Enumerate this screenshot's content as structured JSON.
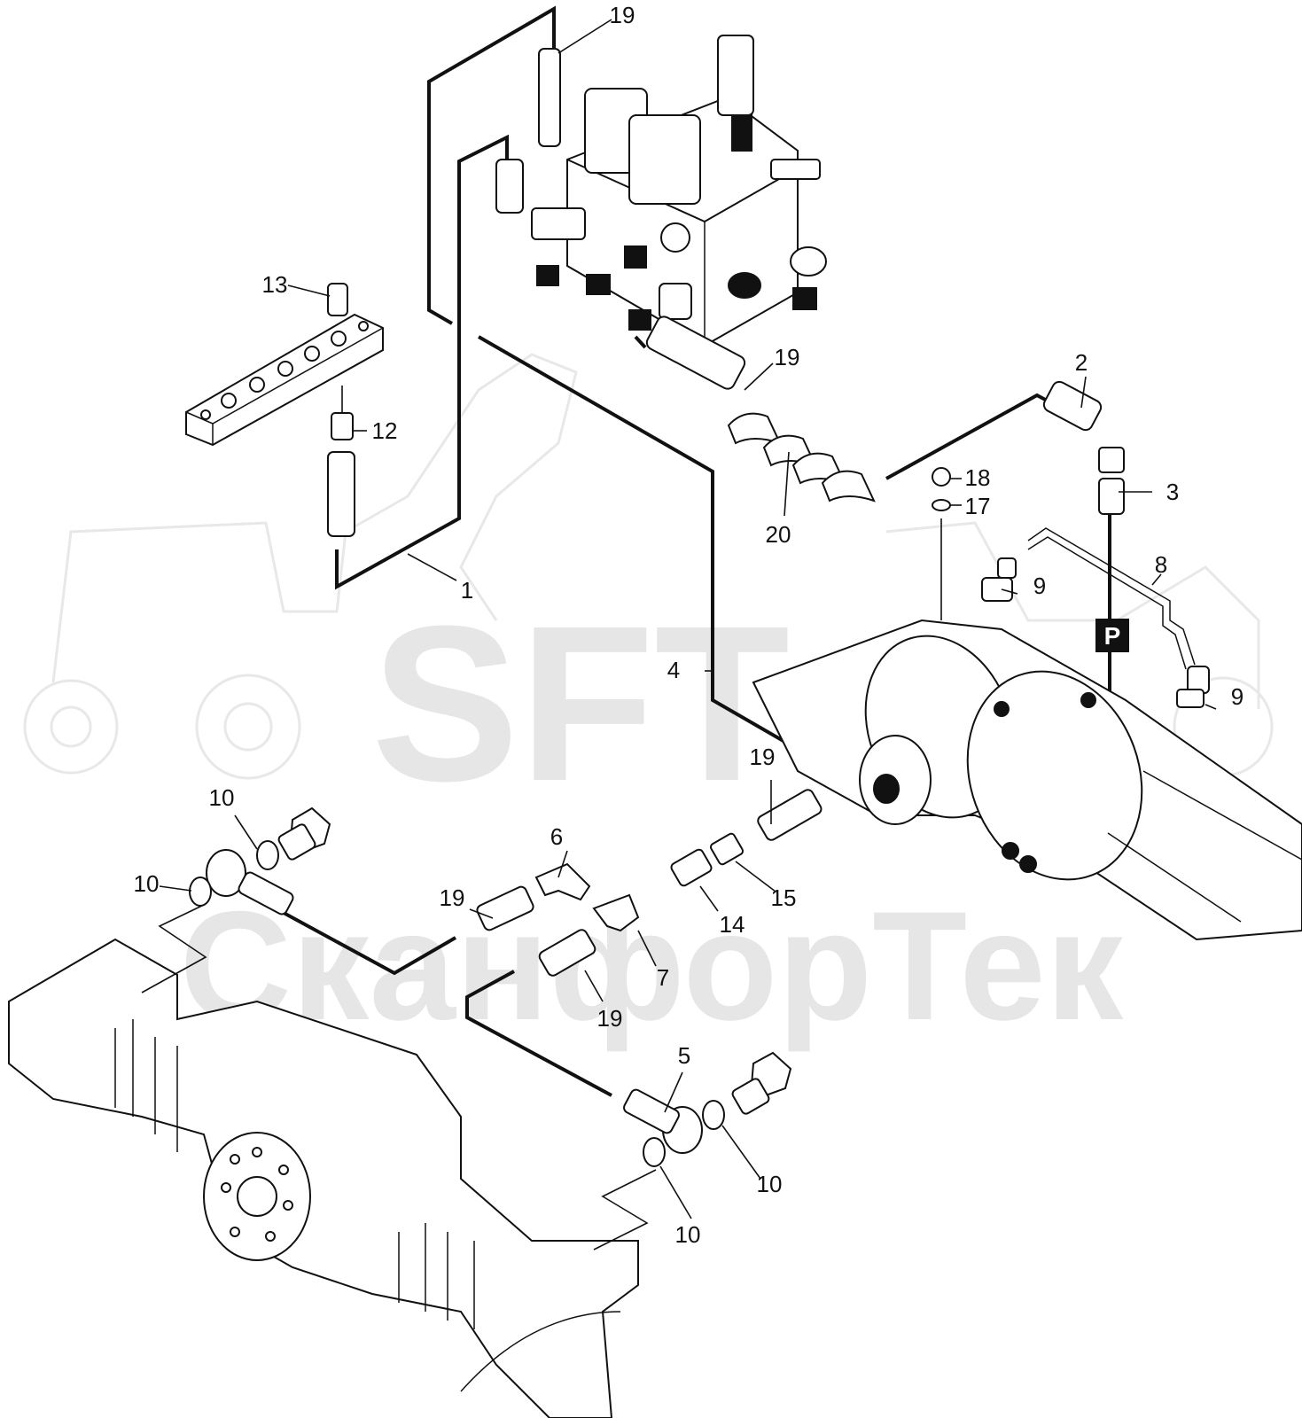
{
  "watermark": {
    "brand": "SFT",
    "name": "СканфорТек"
  },
  "port_marker": {
    "label": "P"
  },
  "callouts": [
    {
      "id": "c19a",
      "text": "19"
    },
    {
      "id": "c13",
      "text": "13"
    },
    {
      "id": "c12",
      "text": "12"
    },
    {
      "id": "c1",
      "text": "1"
    },
    {
      "id": "c19b",
      "text": "19"
    },
    {
      "id": "c2",
      "text": "2"
    },
    {
      "id": "c3",
      "text": "3"
    },
    {
      "id": "c18",
      "text": "18"
    },
    {
      "id": "c17",
      "text": "17"
    },
    {
      "id": "c20",
      "text": "20"
    },
    {
      "id": "c8",
      "text": "8"
    },
    {
      "id": "c9a",
      "text": "9"
    },
    {
      "id": "c9b",
      "text": "9"
    },
    {
      "id": "c4",
      "text": "4"
    },
    {
      "id": "c19c",
      "text": "19"
    },
    {
      "id": "c10a",
      "text": "10"
    },
    {
      "id": "c10b",
      "text": "10"
    },
    {
      "id": "c6",
      "text": "6"
    },
    {
      "id": "c19d",
      "text": "19"
    },
    {
      "id": "c15",
      "text": "15"
    },
    {
      "id": "c14",
      "text": "14"
    },
    {
      "id": "c7",
      "text": "7"
    },
    {
      "id": "c19e",
      "text": "19"
    },
    {
      "id": "c5",
      "text": "5"
    },
    {
      "id": "c10c",
      "text": "10"
    },
    {
      "id": "c10d",
      "text": "10"
    }
  ]
}
